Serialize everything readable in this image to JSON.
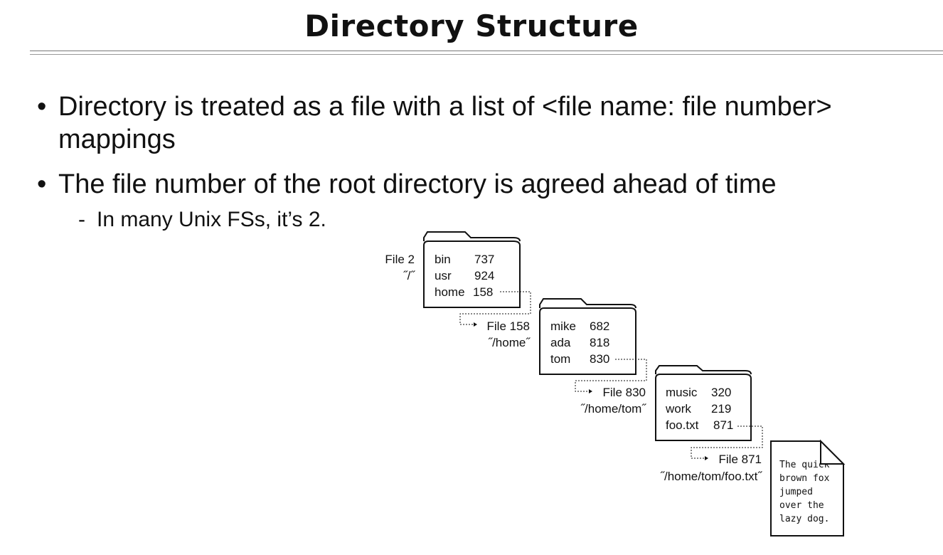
{
  "title": "Directory Structure",
  "bullets": [
    {
      "line1": "Directory is treated as a file with a list of <file name: file number>",
      "line2": "mappings"
    },
    {
      "line1": "The file number of the root directory is agreed ahead of time"
    }
  ],
  "sub_bullet": "In many Unix FSs, it’s 2.",
  "diagram": {
    "root": {
      "file_label": "File 2",
      "path_label": "˝/˝",
      "entries": [
        [
          "bin",
          "737"
        ],
        [
          "usr",
          "924"
        ],
        [
          "home",
          "158"
        ]
      ]
    },
    "home": {
      "file_label": "File 158",
      "path_label": "˝/home˝",
      "entries": [
        [
          "mike",
          "682"
        ],
        [
          "ada",
          "818"
        ],
        [
          "tom",
          "830"
        ]
      ]
    },
    "tom": {
      "file_label": "File 830",
      "path_label": "˝/home/tom˝",
      "entries": [
        [
          "music",
          "320"
        ],
        [
          "work",
          "219"
        ],
        [
          "foo.txt",
          "871"
        ]
      ]
    },
    "foo": {
      "file_label": "File 871",
      "path_label": "˝/home/tom/foo.txt˝",
      "contents": [
        "The quick",
        "brown fox",
        "jumped",
        "over the",
        "lazy dog."
      ]
    }
  }
}
